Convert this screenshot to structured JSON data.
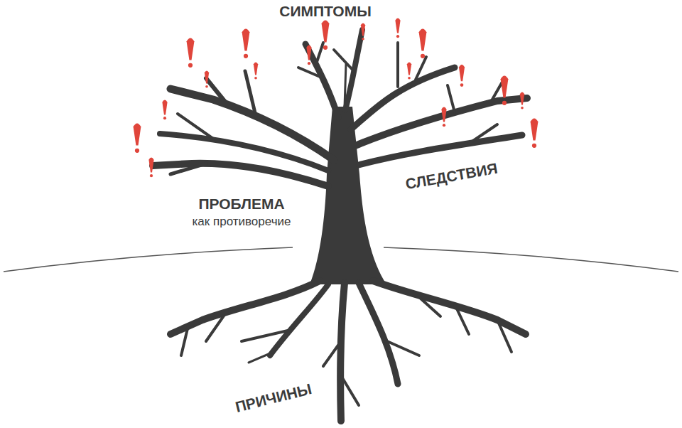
{
  "diagram": {
    "labels": [
      "СИМПТОМЫ",
      "ПРОБЛЕМА",
      "как противоречие",
      "СЛЕДСТВИЯ",
      "ПРИЧИНЫ"
    ]
  }
}
